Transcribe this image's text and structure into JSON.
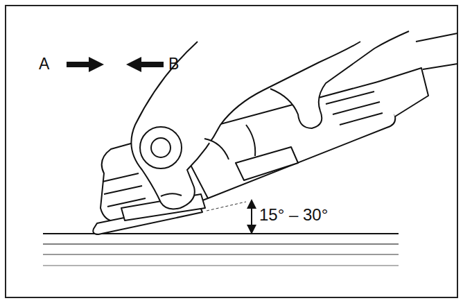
{
  "diagram": {
    "labels": [
      "A",
      "B",
      "15° – 30°"
    ]
  }
}
